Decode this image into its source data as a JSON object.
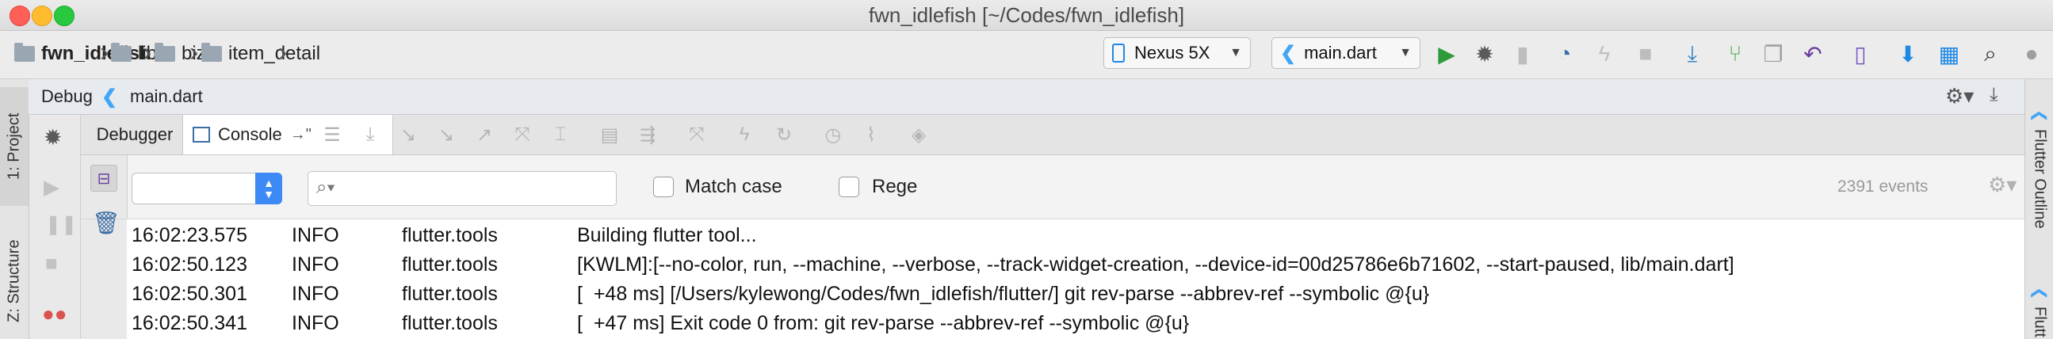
{
  "window": {
    "title": "fwn_idlefish [~/Codes/fwn_idlefish]"
  },
  "breadcrumbs": [
    "fwn_idlefish",
    "lib",
    "biz",
    "item_detail"
  ],
  "device_selector": {
    "value": "Nexus 5X"
  },
  "run_config": {
    "value": "main.dart"
  },
  "debug_panel": {
    "label": "Debug",
    "config": "main.dart"
  },
  "tabs": {
    "debugger": "Debugger",
    "console": "Console"
  },
  "left_tool_tabs": {
    "project": "1: Project",
    "structure": "Z: Structure"
  },
  "right_tool_tabs": {
    "outline": "Flutter Outline",
    "inspector": "Flutt"
  },
  "filter": {
    "match_case": "Match case",
    "regex": "Rege",
    "events": "2391 events",
    "search_placeholder": ""
  },
  "log_rows": [
    {
      "time": "16:02:23.575",
      "level": "INFO",
      "category": "flutter.tools",
      "message": "Building flutter tool..."
    },
    {
      "time": "16:02:50.123",
      "level": "INFO",
      "category": "flutter.tools",
      "message": "[KWLM]:[--no-color, run, --machine, --verbose, --track-widget-creation, --device-id=00d25786e6b71602, --start-paused, lib/main.dart]"
    },
    {
      "time": "16:02:50.301",
      "level": "INFO",
      "category": "flutter.tools",
      "message": "[  +48 ms] [/Users/kylewong/Codes/fwn_idlefish/flutter/] git rev-parse --abbrev-ref --symbolic @{u}"
    },
    {
      "time": "16:02:50.341",
      "level": "INFO",
      "category": "flutter.tools",
      "message": "[  +47 ms] Exit code 0 from: git rev-parse --abbrev-ref --symbolic @{u}"
    }
  ],
  "colors": {
    "close": "#fe5f57",
    "minimize": "#febc2e",
    "zoom": "#28c840",
    "run": "#2e9b3b",
    "flutter": "#42a5f5"
  }
}
